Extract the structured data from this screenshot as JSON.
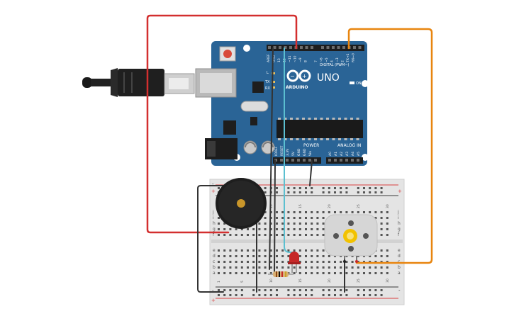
{
  "board": {
    "brand": "ARDUINO",
    "model": "UNO",
    "digital_header": "DIGITAL (PWM~)",
    "power_header": "POWER",
    "analog_header": "ANALOG IN",
    "on_label": "ON",
    "tx_label": "TX",
    "rx_label": "RX",
    "l_label": "L",
    "aref_label": "AREF",
    "gnd_label": "GND",
    "digital_pins": [
      "13",
      "12",
      "~11",
      "~10",
      "~9",
      "8",
      "7",
      "~6",
      "~5",
      "4",
      "~3",
      "2",
      "TX→1",
      "RX←0"
    ],
    "power_pins": [
      "IOREF",
      "RESET",
      "3.3V",
      "5V",
      "GND",
      "GND",
      "Vin"
    ],
    "analog_pins": [
      "A0",
      "A1",
      "A2",
      "A3",
      "A4",
      "A5"
    ]
  },
  "breadboard": {
    "row_letters_top": [
      "j",
      "i",
      "h",
      "g",
      "f"
    ],
    "row_letters_bottom": [
      "e",
      "d",
      "c",
      "b",
      "a"
    ],
    "column_numbers": [
      "1",
      "",
      "",
      "",
      "5",
      "",
      "",
      "",
      "",
      "10",
      "",
      "",
      "",
      "",
      "15",
      "",
      "",
      "",
      "",
      "20",
      "",
      "",
      "",
      "",
      "25",
      "",
      "",
      "",
      "",
      "30"
    ],
    "rail_plus": "+",
    "rail_minus": "-"
  },
  "wire_colors": {
    "red": "#d32f2f",
    "orange": "#e8850f",
    "cyan": "#5bbfd0",
    "black": "#333333",
    "board_blue": "#2a6496"
  }
}
